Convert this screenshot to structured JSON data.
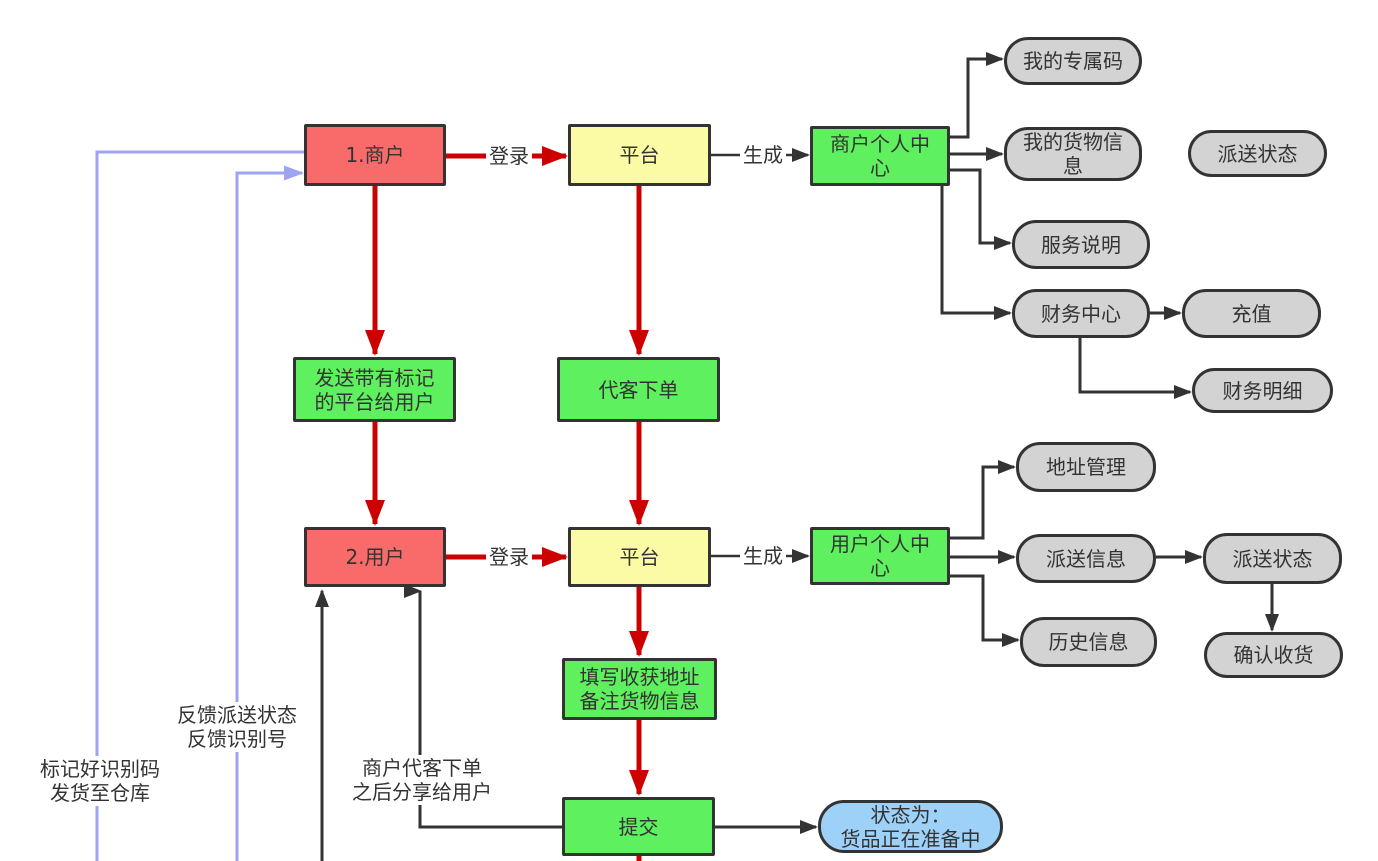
{
  "diagram": {
    "title": "merchant-user-platform-flowchart",
    "nodes": {
      "merchant": {
        "label": "1.商户"
      },
      "platform1": {
        "label": "平台"
      },
      "merchant_center": {
        "label": "商户个人中心"
      },
      "my_code": {
        "label": "我的专属码"
      },
      "my_cargo": {
        "label": "我的货物信息"
      },
      "delivery_status_m": {
        "label": "派送状态"
      },
      "service_desc": {
        "label": "服务说明"
      },
      "finance_center": {
        "label": "财务中心"
      },
      "recharge": {
        "label": "充值"
      },
      "finance_detail": {
        "label": "财务明细"
      },
      "send_marked": {
        "label": "发送带有标记\n的平台给用户"
      },
      "order_for_guest": {
        "label": "代客下单"
      },
      "user": {
        "label": "2.用户"
      },
      "platform2": {
        "label": "平台"
      },
      "user_center": {
        "label": "用户个人中心"
      },
      "address_mgmt": {
        "label": "地址管理"
      },
      "delivery_info": {
        "label": "派送信息"
      },
      "delivery_status_u": {
        "label": "派送状态"
      },
      "history_info": {
        "label": "历史信息"
      },
      "confirm_receipt": {
        "label": "确认收货"
      },
      "fill_address": {
        "label": "填写收获地址\n备注货物信息"
      },
      "submit": {
        "label": "提交"
      },
      "status_preparing": {
        "label": "状态为：\n货品正在准备中"
      }
    },
    "edge_labels": {
      "login1": "登录",
      "generate1": "生成",
      "login2": "登录",
      "generate2": "生成",
      "mark": "标记好识别码\n发货至仓库",
      "feedback": "反馈派送状态\n反馈识别号",
      "share": "商户代客下单\n之后分享给用户"
    },
    "colors": {
      "merchant_user_fill": "#f96b6b",
      "platform_fill": "#fbfba5",
      "action_fill": "#5ef05e",
      "menu_fill": "#d3d3d3",
      "status_fill": "#9ed1f7",
      "flow_arrow": "#cc0000",
      "link_arrow": "#333333",
      "feedback_line": "#9ea4ef",
      "border": "#333333"
    }
  }
}
